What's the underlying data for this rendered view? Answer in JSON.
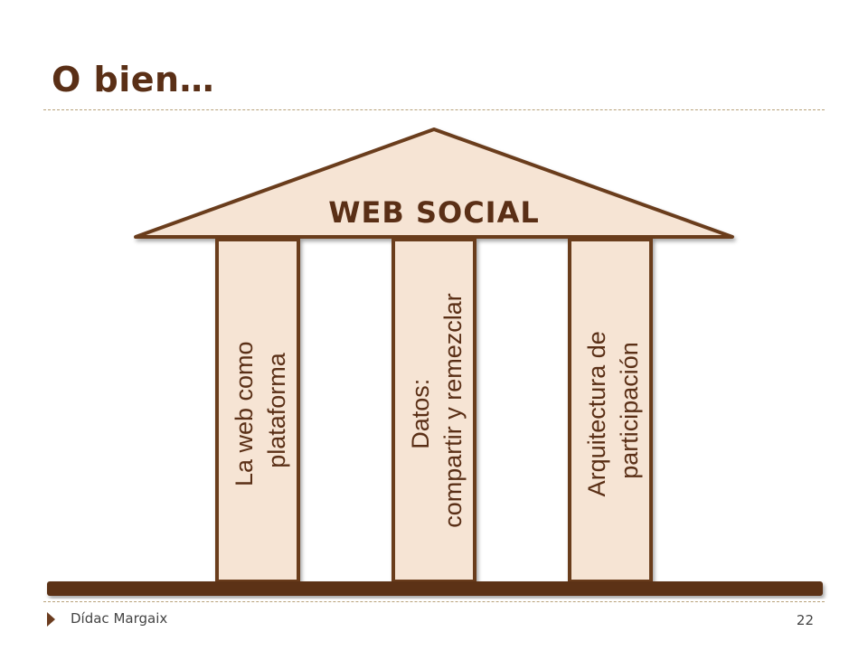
{
  "slide": {
    "title": "O bien…"
  },
  "diagram": {
    "roof_label": "WEB SOCIAL",
    "columns": [
      {
        "lines": [
          "La web como",
          "plataforma"
        ]
      },
      {
        "lines": [
          "Datos:",
          "compartir y remezclar"
        ]
      },
      {
        "lines": [
          "Arquitectura de",
          "participación"
        ]
      }
    ],
    "colors": {
      "fill": "#f6e4d4",
      "stroke": "#6b3c1f",
      "base": "#5c3317",
      "text": "#5a2f16"
    }
  },
  "footer": {
    "author": "Dídac Margaix",
    "page_number": "22"
  }
}
